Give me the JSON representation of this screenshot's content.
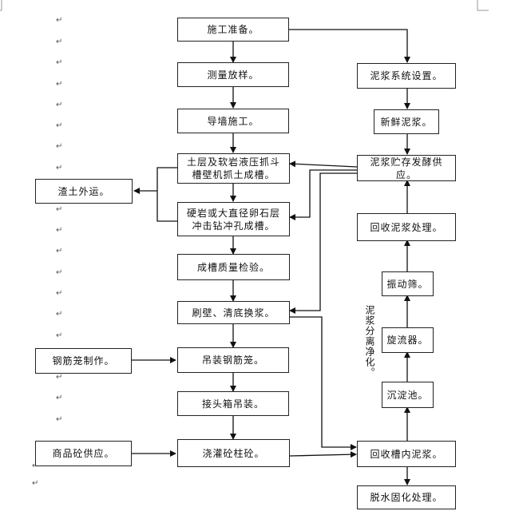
{
  "boxes": {
    "prep": "施工准备。",
    "survey": "测量放样。",
    "guide_wall": "导墙施工。",
    "grab": "土层及软岩液压抓斗\n槽壁机抓土成槽。",
    "impact": "硬岩或大直径卵石层\n冲击钻冲孔成槽。",
    "quality": "成槽质量检验。",
    "clean": "刷壁、清底换浆。",
    "hoist_cage": "吊装钢筋笼。",
    "joint_box": "接头箱吊装。",
    "pour": "浇灌砼柱砼。",
    "spoil": "渣土外运。",
    "rebar": "钢筋笼制作。",
    "concrete_supply": "商品砼供应。",
    "mud_system": "泥浆系统设置。",
    "new_mud": "新鲜泥浆。",
    "storage": "泥浆贮存发酵供应。",
    "recycle": "回收泥浆处理。",
    "vibrating": "振动筛。",
    "cyclone": "旋流器。",
    "settle": "沉淀池。",
    "recover": "回收槽内泥浆。",
    "dewater": "脱水固化处理。"
  },
  "side_label": "泥浆分离净化。",
  "para_mark": "↵"
}
